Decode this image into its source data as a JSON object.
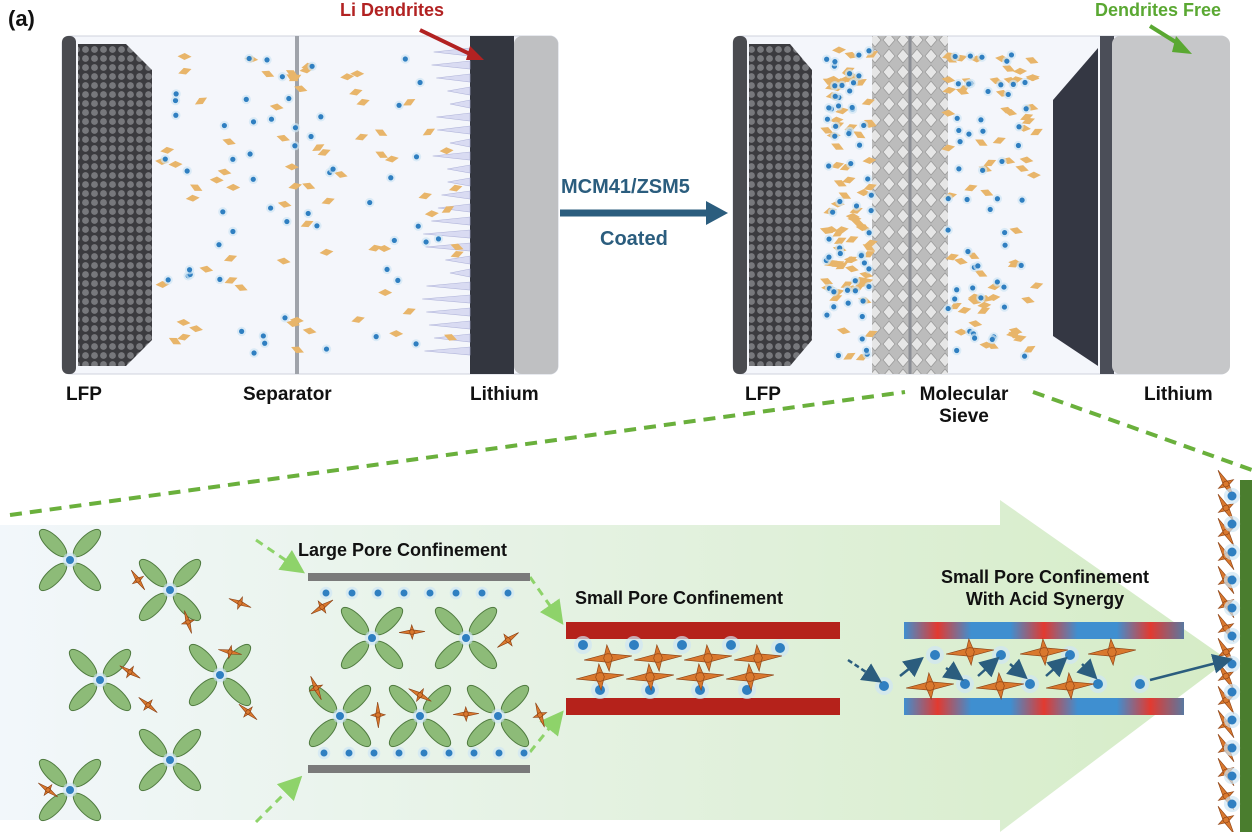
{
  "figure": {
    "panel_label": "(a)",
    "top_left_cell": {
      "labels": [
        "LFP",
        "Separator",
        "Lithium"
      ],
      "callout": "Li Dendrites",
      "callout_color": "#b22222"
    },
    "transition": {
      "line1": "MCM41/ZSM5",
      "line2": "Coated",
      "color": "#2b5d7e"
    },
    "top_right_cell": {
      "labels": [
        "LFP",
        "Molecular Sieve",
        "Lithium"
      ],
      "label_sieve_line1": "Molecular",
      "label_sieve_line2": "Sieve",
      "callout": "Dendrites Free",
      "callout_color": "#5aa832"
    },
    "bottom_stages": [
      {
        "title": "Large Pore Confinement"
      },
      {
        "title": "Small Pore Confinement"
      },
      {
        "title_line1": "Small Pore Confinement",
        "title_line2": "With Acid Synergy"
      }
    ],
    "colors": {
      "ion": "#2f7fc1",
      "anion": "#e8b56a",
      "dash": "#6ab03c",
      "electrode_dark": "#3a3d46",
      "pore_red": "#b5221b",
      "pore_gray": "#7a7a7a",
      "lithium_green": "#4a7d2e",
      "ellipse_green": "#8dbb78",
      "star_orange": "#d9782e"
    }
  }
}
